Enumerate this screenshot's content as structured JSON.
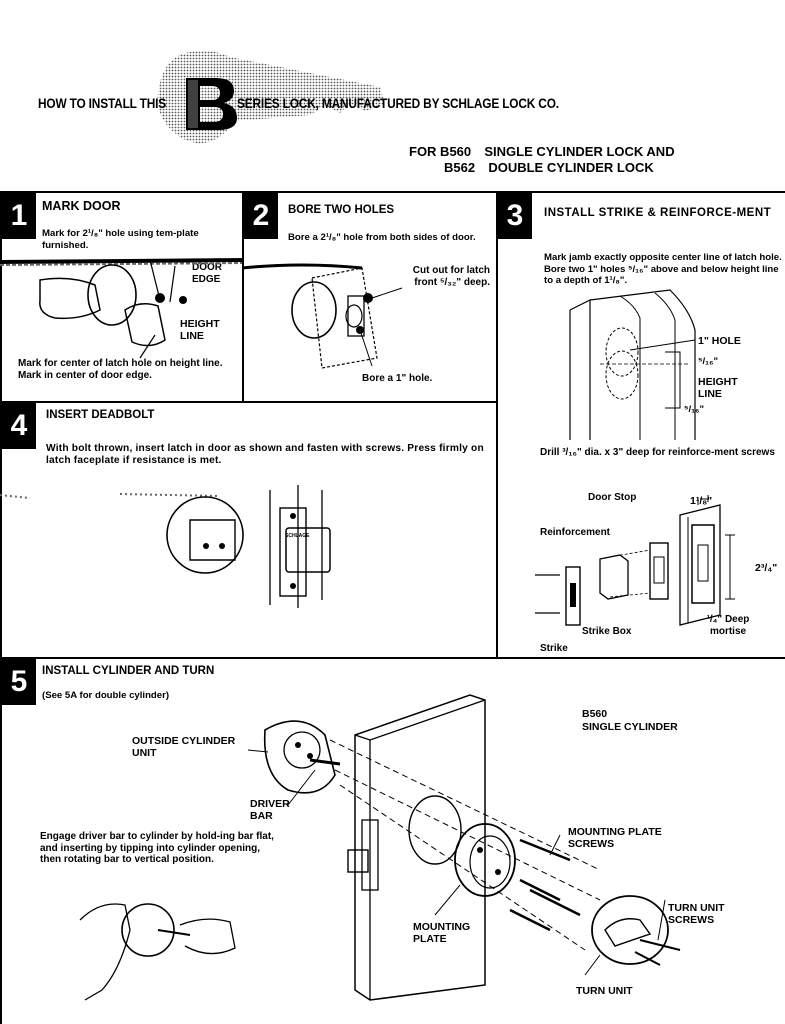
{
  "header": {
    "title_left": "HOW TO INSTALL THIS",
    "title_right": "SERIES LOCK, MANUFACTURED BY SCHLAGE LOCK CO.",
    "logo_letter": "B",
    "models": [
      {
        "prefix": "FOR B560",
        "desc": "SINGLE CYLINDER LOCK AND"
      },
      {
        "prefix": "B562",
        "desc": "DOUBLE CYLINDER LOCK"
      }
    ]
  },
  "step1": {
    "number": "1",
    "title": "MARK DOOR",
    "text": "Mark for 2¹/₈\" hole using tem-plate furnished.",
    "label_door_edge": "DOOR EDGE",
    "label_height_line": "HEIGHT LINE",
    "bottom_text": "Mark for center of latch hole on height line. Mark in center of door edge."
  },
  "step2": {
    "number": "2",
    "title": "BORE TWO HOLES",
    "text": "Bore a 2¹/₈\" hole from both sides of door.",
    "label_cut_out": "Cut out for latch front ⁵/₃₂\" deep.",
    "label_bore": "Bore a 1\" hole."
  },
  "step3": {
    "number": "3",
    "title": "INSTALL STRIKE & REINFORCE-MENT",
    "text": "Mark jamb exactly opposite center line of latch hole. Bore two 1\" holes ⁵/₁₆\" above and below height line to a depth of 1¹/₈\".",
    "label_hole": "1\" HOLE",
    "label_516_top": "⁵/₁₆\"",
    "label_height_line": "HEIGHT LINE",
    "label_516_bottom": "⁵/₁₆\"",
    "drill_text": "Drill ³/₁₆\" dia. x 3\" deep for reinforce-ment screws",
    "label_door_stop": "Door Stop",
    "label_118": "1¹/₈\"",
    "label_reinforcement": "Reinforcement",
    "label_234": "2³/₄\"",
    "label_strike_box": "Strike Box",
    "label_deep_mortise": "¹/₄\" Deep mortise",
    "label_strike": "Strike"
  },
  "step4": {
    "number": "4",
    "title": "INSERT DEADBOLT",
    "text": "With bolt thrown, insert latch in door as shown and fasten with screws. Press firmly on latch faceplate if resistance is met.",
    "brand": "SCHLAGE"
  },
  "step5": {
    "number": "5",
    "title": "INSTALL CYLINDER AND TURN",
    "subtitle": "(See 5A for double cylinder)",
    "model_code": "B560",
    "model_name": "SINGLE CYLINDER",
    "label_outside": "OUTSIDE CYLINDER UNIT",
    "label_driver_bar": "DRIVER BAR",
    "engage_text": "Engage driver bar to cylinder by hold-ing bar flat, and inserting by tipping into cylinder opening, then rotating bar to vertical position.",
    "label_mounting_screws": "MOUNTING PLATE SCREWS",
    "label_mounting_plate": "MOUNTING PLATE",
    "label_turn_screws": "TURN UNIT SCREWS",
    "label_turn_unit": "TURN UNIT"
  }
}
